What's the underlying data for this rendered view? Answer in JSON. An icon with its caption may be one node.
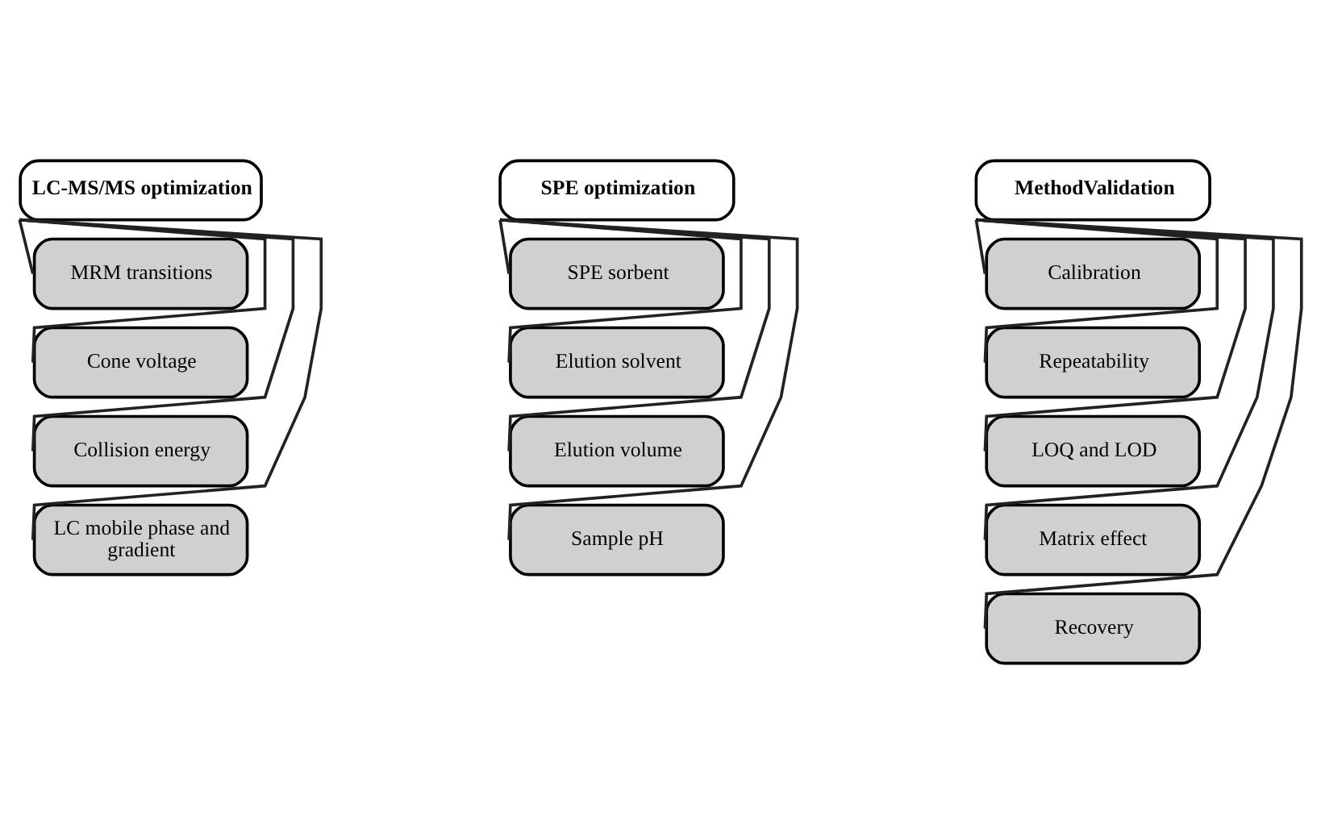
{
  "diagram": {
    "nodes": [
      {
        "text": [
          "LC-MS/MS optimization"
        ]
      },
      {
        "text": [
          "MRM transitions"
        ]
      },
      {
        "text": [
          "Cone voltage"
        ]
      },
      {
        "text": [
          "Collision energy"
        ]
      },
      {
        "text": [
          "LC mobile phase and gradient"
        ]
      },
      {
        "text": [
          "SPE optimization"
        ]
      },
      {
        "text": [
          "SPE sorbent"
        ]
      },
      {
        "text": [
          "Elution solvent"
        ]
      },
      {
        "text": [
          "Elution volume"
        ]
      },
      {
        "text": [
          "Sample pH"
        ]
      },
      {
        "text": [
          "MethodValidation"
        ]
      },
      {
        "text": [
          "Calibration"
        ]
      },
      {
        "text": [
          "Repeatability"
        ]
      },
      {
        "text": [
          "LOQ and LOD"
        ]
      },
      {
        "text": [
          "Matrix effect"
        ]
      },
      {
        "text": [
          "Recovery"
        ]
      }
    ],
    "edges": [
      {
        "from": 0,
        "to": 1,
        "arrow": "none"
      },
      {
        "from": 0,
        "to": 2,
        "arrow": "none"
      },
      {
        "from": 0,
        "to": 3,
        "arrow": "none"
      },
      {
        "from": 0,
        "to": 4,
        "arrow": "none"
      },
      {
        "from": 5,
        "to": 6,
        "arrow": "none"
      },
      {
        "from": 5,
        "to": 7,
        "arrow": "none"
      },
      {
        "from": 5,
        "to": 8,
        "arrow": "none"
      },
      {
        "from": 5,
        "to": 9,
        "arrow": "none"
      },
      {
        "from": 10,
        "to": 11,
        "arrow": "none"
      },
      {
        "from": 10,
        "to": 12,
        "arrow": "none"
      },
      {
        "from": 10,
        "to": 13,
        "arrow": "none"
      },
      {
        "from": 10,
        "to": 14,
        "arrow": "none"
      },
      {
        "from": 10,
        "to": 15,
        "arrow": "none"
      }
    ]
  }
}
